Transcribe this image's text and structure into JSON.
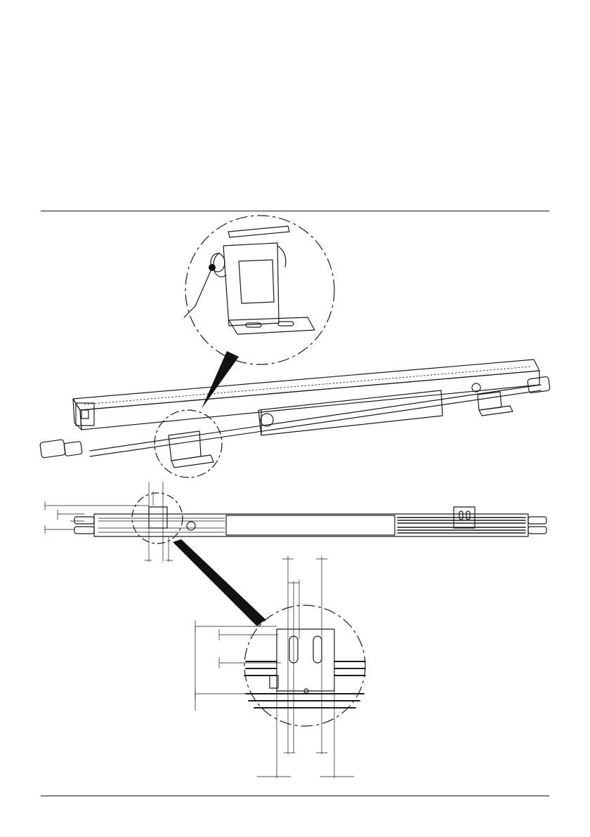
{
  "document": {
    "figure": {
      "views": [
        {
          "name": "bracket-detail-perspective"
        },
        {
          "name": "fixture-perspective"
        },
        {
          "name": "fixture-top-view"
        },
        {
          "name": "bracket-detail-top-view"
        }
      ]
    }
  },
  "colors": {
    "ink": "#1a1a1a",
    "paper": "#ffffff",
    "fill_dark": "#111111"
  }
}
